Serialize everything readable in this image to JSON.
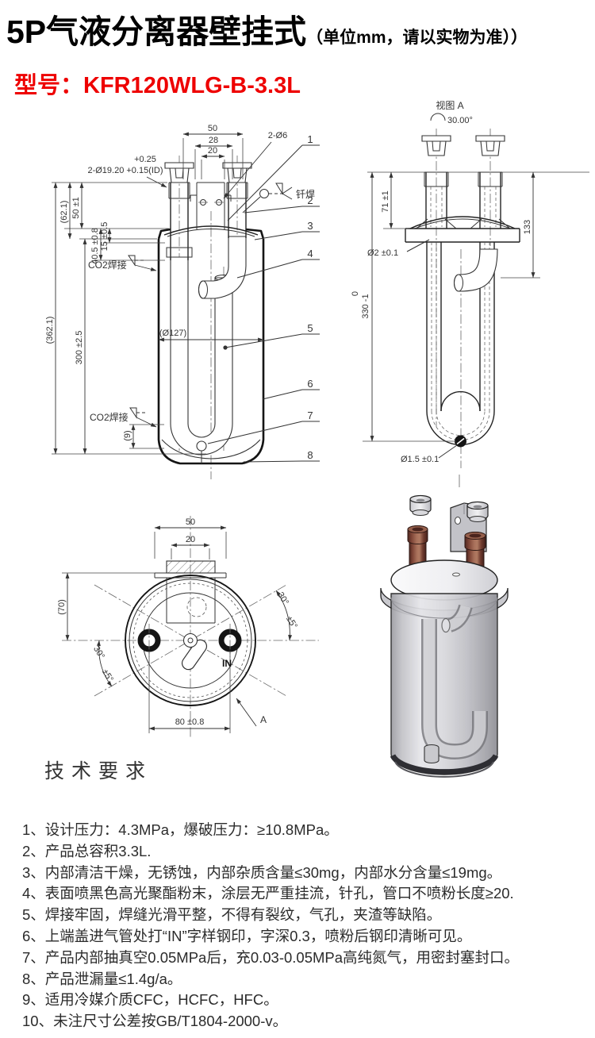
{
  "header": {
    "title": "5P气液分离器壁挂式",
    "title_note": "（单位mm，请以实物为准））",
    "model": "型号：KFR120WLG-B-3.3L"
  },
  "colors": {
    "model_red": "#ee0000",
    "copper_pipe": "#7c4335",
    "drawing_line": "#333333"
  },
  "front_view": {
    "dim_top_50": "50",
    "dim_top_28": "28",
    "dim_top_20": "20",
    "dia19_tol_upper": "+0.25",
    "dia19_label": "2-Ø19.20 +0.15(ID)",
    "dia6_label": "2-Ø6",
    "dim_62": "(62.1)",
    "dim_50_tol": "50 ±1",
    "dim_405": "40.5 ±0.8",
    "dim_15": "15 ±0.5",
    "dim_362": "(362.1)",
    "dim_300": "300 ±2.5",
    "dim_9": "(9)",
    "dia_127": "(Ø127)",
    "braze_label": "钎焊",
    "co2_weld_upper": "CO2焊接",
    "co2_weld_lower": "CO2焊接",
    "balloons": [
      "1",
      "2",
      "3",
      "4",
      "5",
      "6",
      "7",
      "8"
    ]
  },
  "side_view": {
    "view_label": "视图 A",
    "view_angle": "30.00°",
    "dim_71": "71 ±1",
    "dim_133": "133",
    "dia_2": "Ø2 ±0.1",
    "dim_330_tol_upper": "0",
    "dim_330": "330 -1",
    "dia_15": "Ø1.5 ±0.1"
  },
  "bottom_view": {
    "dim_50": "50",
    "dim_20": "20",
    "dim_70": "(70)",
    "angle_right": "30°",
    "angle_right_tol": "±5°",
    "angle_left": "30°",
    "angle_left_tol": "±5°",
    "dim_80": "80 ±0.8",
    "section_label": "A",
    "in_mark": "IN"
  },
  "tech_requirements": {
    "heading": "技术要求",
    "items": [
      "1、设计压力：4.3MPa，爆破压力：≥10.8MPa。",
      "2、产品总容积3.3L.",
      "3、内部清洁干燥，无锈蚀，内部杂质含量≤30mg，内部水分含量≤19mg。",
      "4、表面喷黑色高光聚酯粉末，涂层无严重挂流，针孔，管口不喷粉长度≥20.",
      "5、焊接牢固，焊缝光滑平整，不得有裂纹，气孔，夹渣等缺陷。",
      "6、上端盖进气管处打“IN”字样钢印，字深0.3，喷粉后钢印清晰可见。",
      "7、产品内部抽真空0.05MPa后，充0.03-0.05MPa高纯氮气，用密封塞封口。",
      "8、产品泄漏量≤1.4g/a。",
      "9、适用冷媒介质CFC，HCFC，HFC。",
      "10、未注尺寸公差按GB/T1804-2000-v。"
    ]
  }
}
